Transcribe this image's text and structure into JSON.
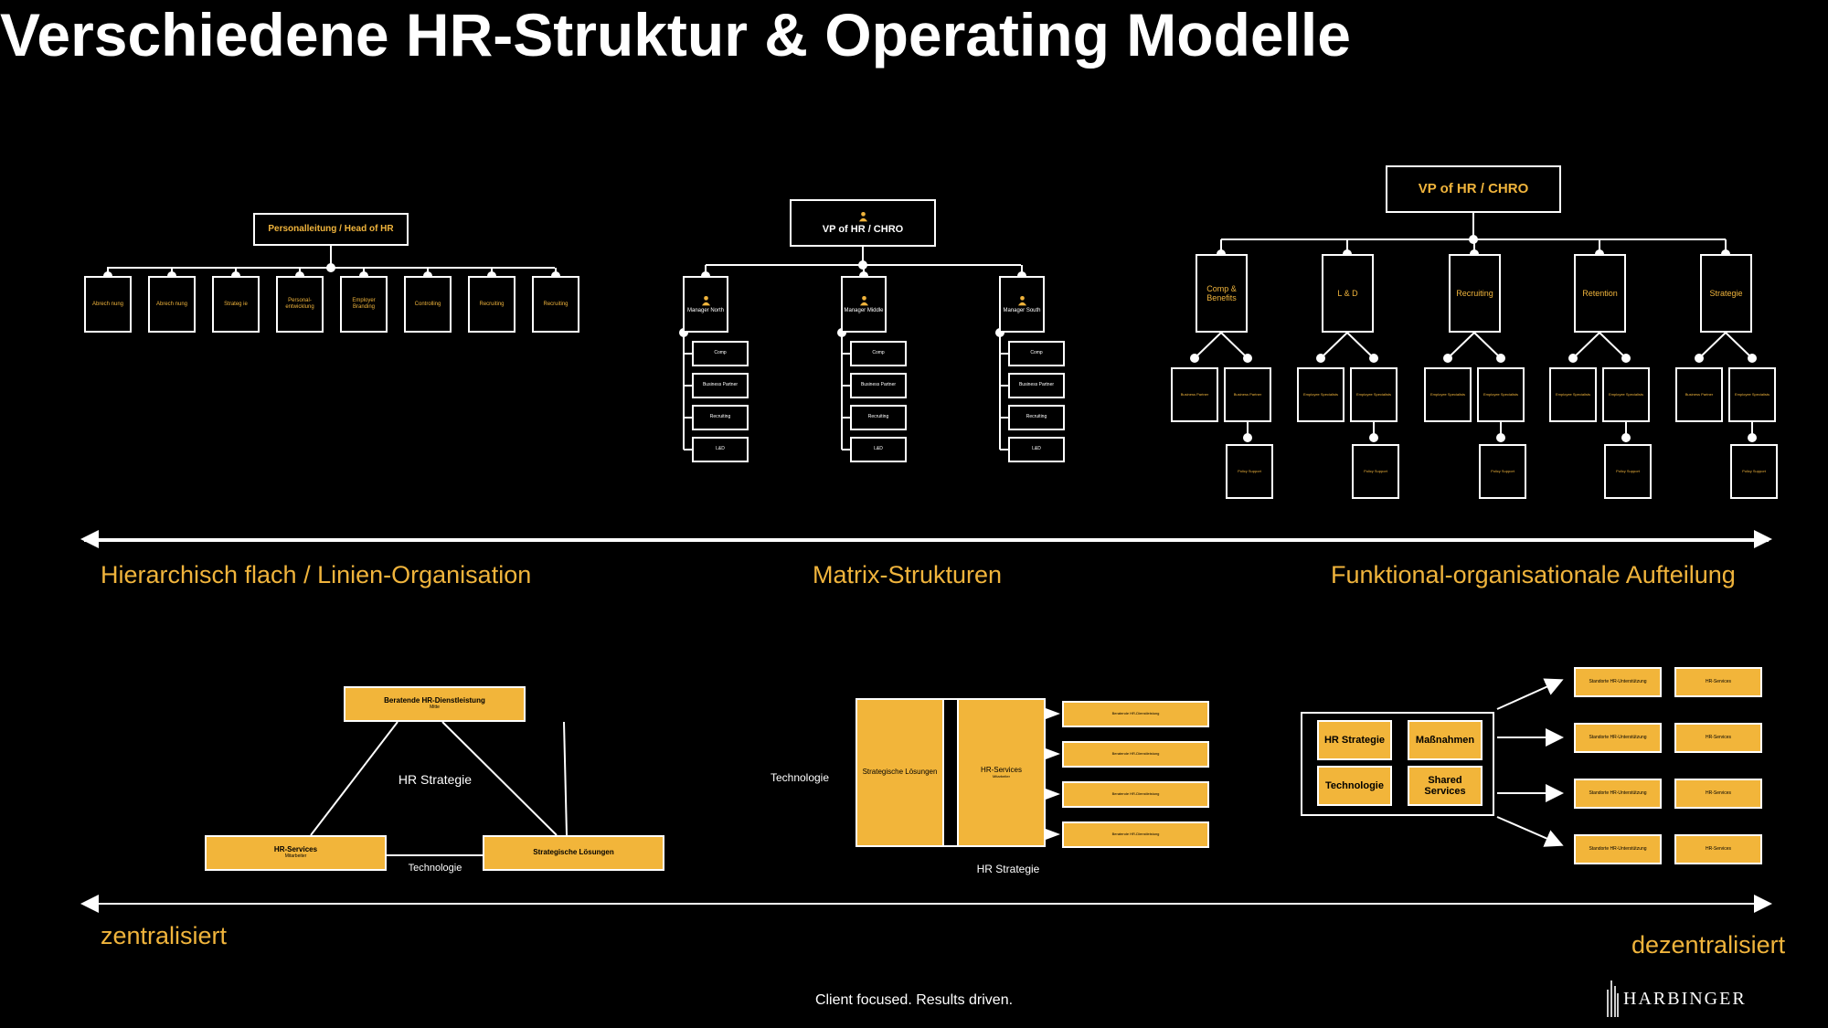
{
  "title": "Verschiedene HR-Struktur & Operating Modelle",
  "flat": {
    "head": "Personalleitung / Head of HR",
    "children": [
      "Abrech nung",
      "Abrech nung",
      "Strateg ie",
      "Personal-entwicklung",
      "Employer Branding",
      "Controlling",
      "Recruiting",
      "Recruiting"
    ]
  },
  "matrix": {
    "head": "VP of HR / CHRO",
    "columns": [
      {
        "label": "Manager North",
        "items": [
          "Comp",
          "Business Partner",
          "Recruiting",
          "L&D"
        ]
      },
      {
        "label": "Manager Middle",
        "items": [
          "Comp",
          "Business Partner",
          "Recruiting",
          "L&D"
        ]
      },
      {
        "label": "Manager South",
        "items": [
          "Comp",
          "Business Partner",
          "Recruiting",
          "L&D"
        ]
      }
    ]
  },
  "functional": {
    "head": "VP of HR / CHRO",
    "columns": [
      {
        "label": "Comp & Benefits",
        "subs": [
          "Business Partner",
          "Business Partner"
        ],
        "support": "Policy Support"
      },
      {
        "label": "L & D",
        "subs": [
          "Employee Specialists",
          "Employee Specialists"
        ],
        "support": "Policy Support"
      },
      {
        "label": "Recruiting",
        "subs": [
          "Employee Specialists",
          "Employee Specialists"
        ],
        "support": "Policy Support"
      },
      {
        "label": "Retention",
        "subs": [
          "Employee Specialists",
          "Employee Specialists"
        ],
        "support": "Policy Support"
      },
      {
        "label": "Strategie",
        "subs": [
          "Business Partner",
          "Employee Specialists"
        ],
        "support": "Policy Support"
      }
    ]
  },
  "axis1": {
    "left": "Hierarchisch flach / Linien-Organisation",
    "middle": "Matrix-Strukturen",
    "right": "Funktional-organisationale Aufteilung"
  },
  "triangle": {
    "top": "Beratende HR-Dienstleistung",
    "top_sub": "Mitte",
    "left": "HR-Services",
    "left_sub": "Mitarbeiter",
    "right": "Strategische Lösungen",
    "center": "HR Strategie",
    "bottom": "Technologie"
  },
  "matrix2": {
    "left_label": "Technologie",
    "box1": "Strategische Lösungen",
    "box2": "HR-Services",
    "box2_sub": "Mitarbeiter",
    "rows": [
      "Beratende HR-Dienstleistung",
      "Beratende HR-Dienstleistung",
      "Beratende HR-Dienstleistung",
      "Beratende HR-Dienstleistung"
    ],
    "bottom_label": "HR Strategie"
  },
  "decentral": {
    "cells": [
      "HR Strategie",
      "Maßnahmen",
      "Technologie",
      "Shared Services"
    ],
    "rows": [
      {
        "a": "Standorte HR-Unterstützung",
        "b": "HR-Services"
      },
      {
        "a": "Standorte HR-Unterstützung",
        "b": "HR-Services"
      },
      {
        "a": "Standorte HR-Unterstützung",
        "b": "HR-Services"
      },
      {
        "a": "Standorte HR-Unterstützung",
        "b": "HR-Services"
      }
    ]
  },
  "axis2": {
    "left": "zentralisiert",
    "right": "dezentralisiert"
  },
  "footer": {
    "tagline": "Client focused. Results driven.",
    "brand": "HARBINGER"
  }
}
